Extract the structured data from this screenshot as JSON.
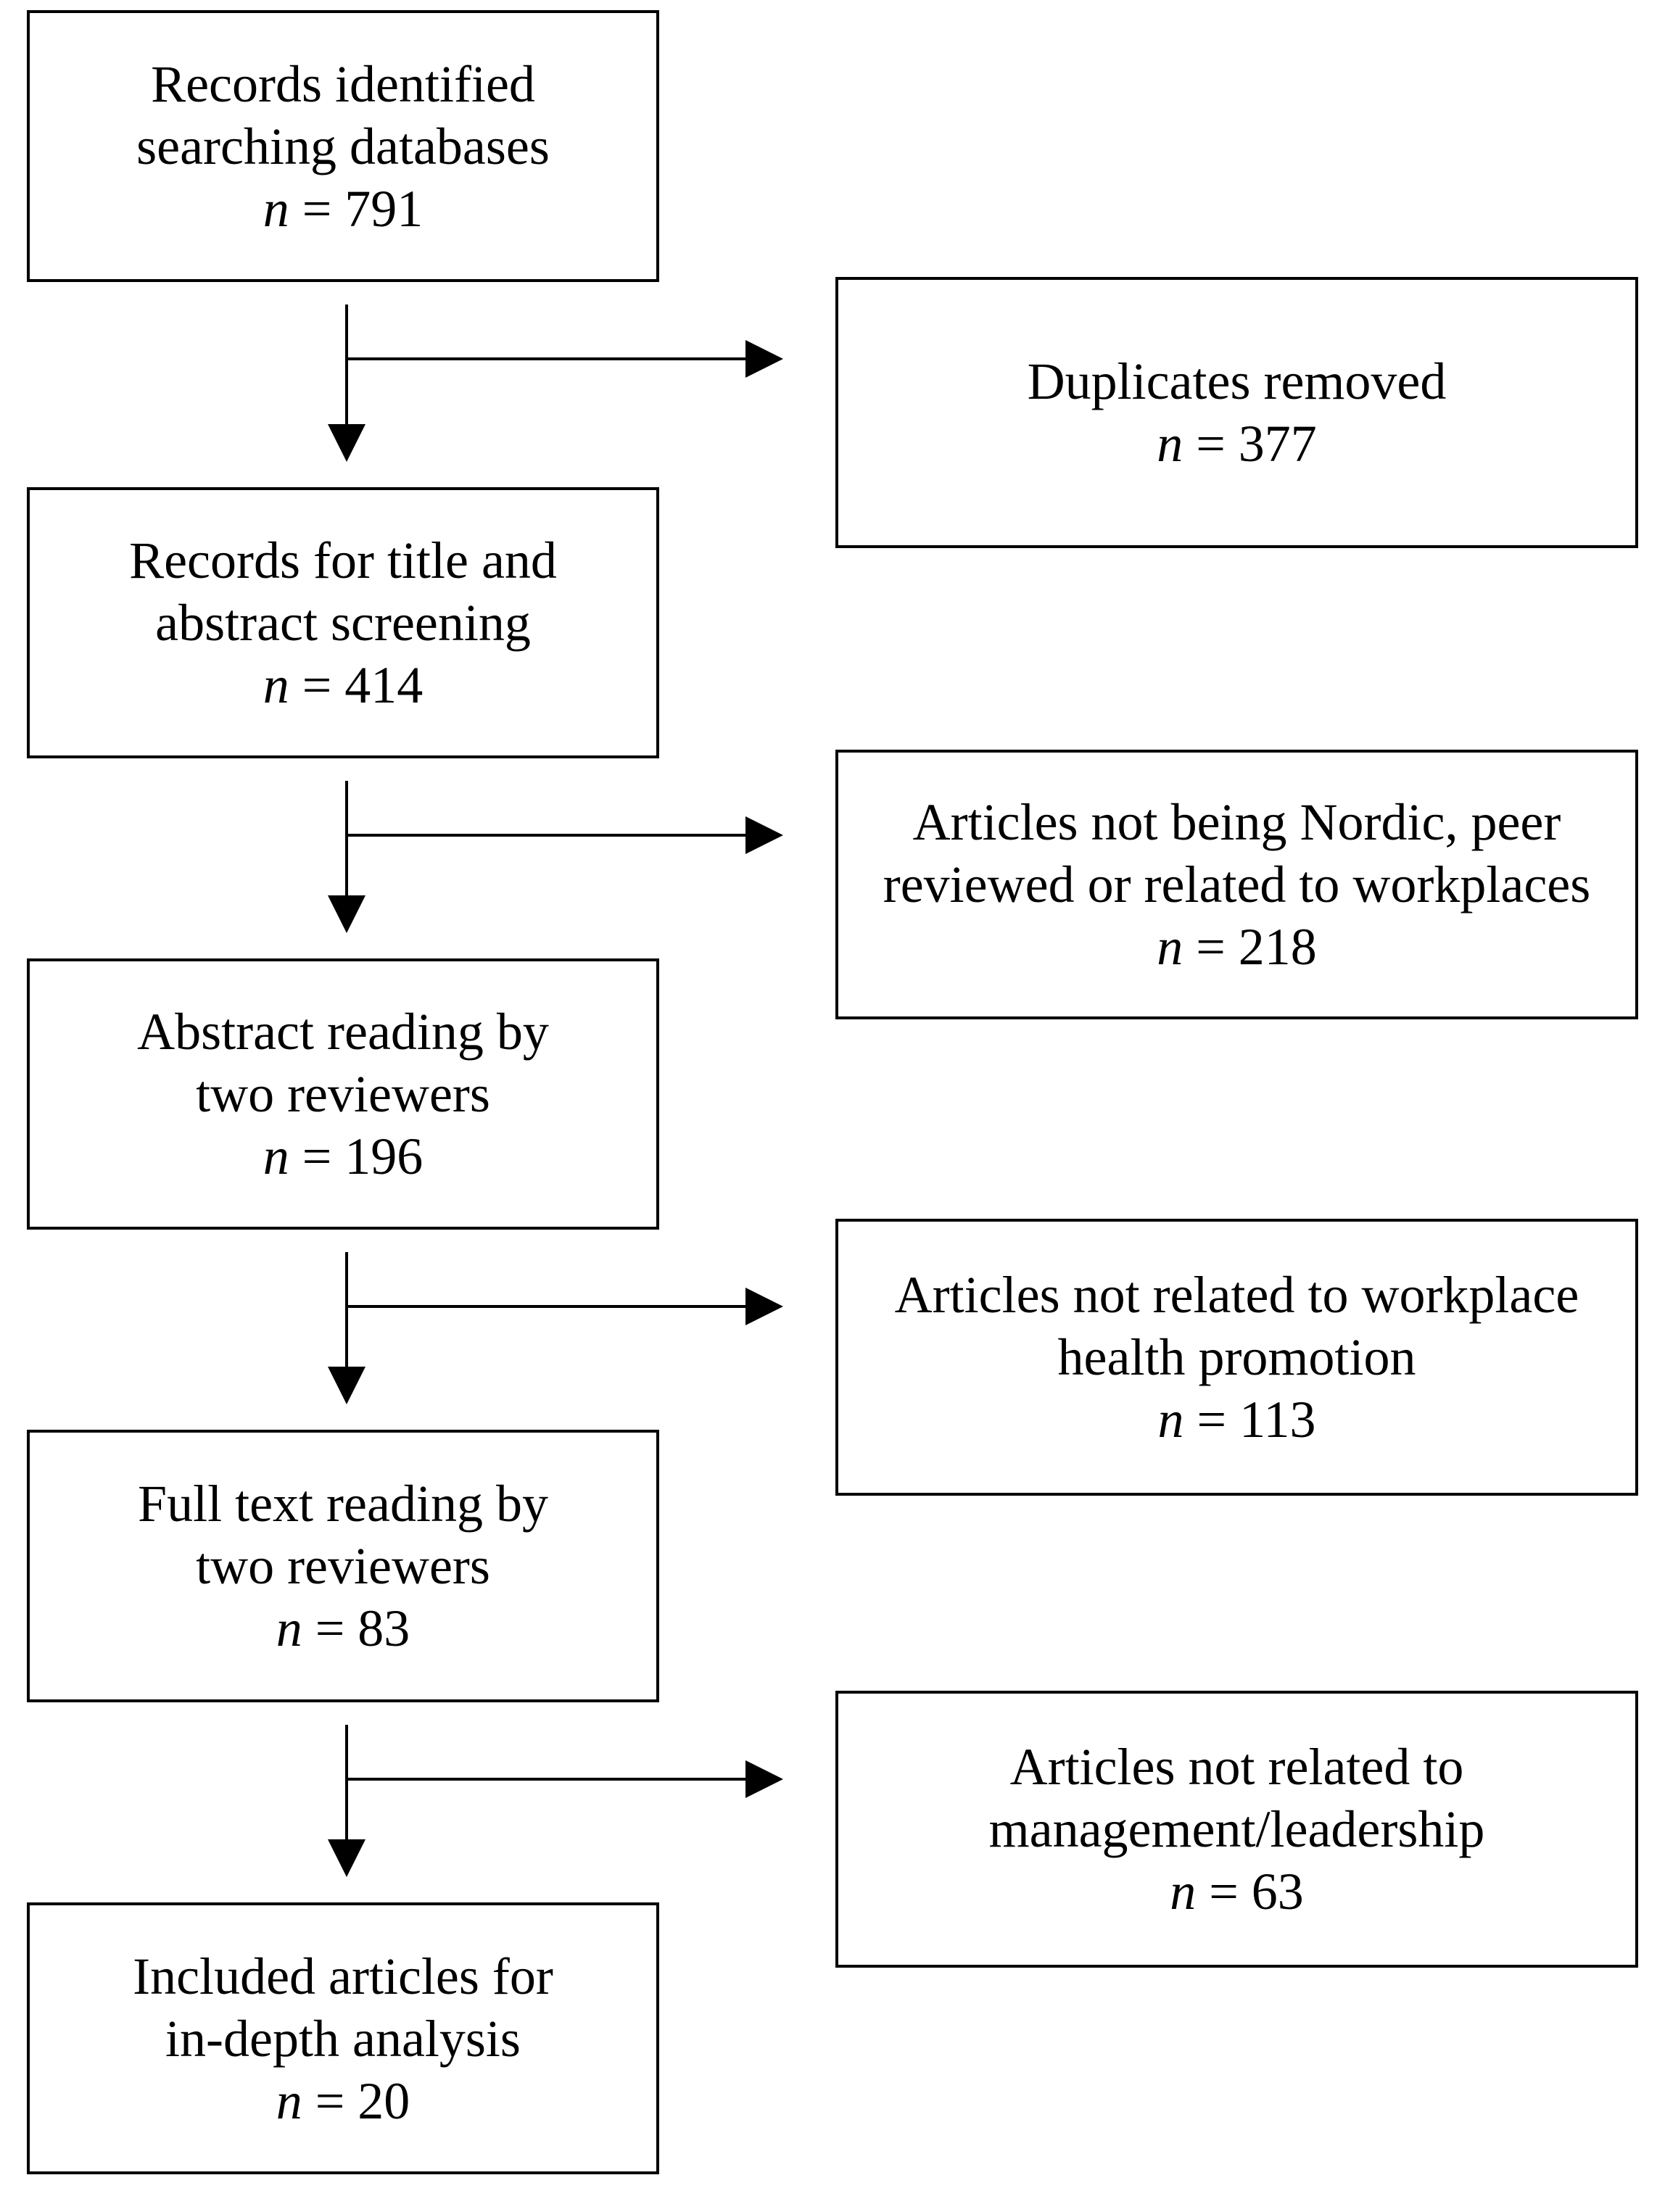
{
  "figure": {
    "type": "flow-diagram",
    "background_color": "#ffffff",
    "box_border_color": "#000000",
    "text_color": "#000000",
    "left_boxes": [
      {
        "label_lines": [
          "Records identified",
          "searching databases"
        ],
        "n_var": "n",
        "n_rest": " = 791"
      },
      {
        "label_lines": [
          "Records for title and",
          "abstract screening"
        ],
        "n_var": "n",
        "n_rest": " = 414"
      },
      {
        "label_lines": [
          "Abstract reading by",
          "two reviewers"
        ],
        "n_var": "n",
        "n_rest": " = 196"
      },
      {
        "label_lines": [
          "Full text reading by",
          "two reviewers"
        ],
        "n_var": "n",
        "n_rest": " = 83"
      },
      {
        "label_lines": [
          "Included articles for",
          "in-depth analysis"
        ],
        "n_var": "n",
        "n_rest": " = 20"
      }
    ],
    "right_boxes": [
      {
        "label_lines": [
          "Duplicates removed"
        ],
        "n_var": "n",
        "n_rest": " = 377"
      },
      {
        "label_lines": [
          "Articles not being Nordic, peer",
          "reviewed or related to workplaces"
        ],
        "n_var": "n",
        "n_rest": " = 218"
      },
      {
        "label_lines": [
          "Articles not related to workplace",
          "health promotion"
        ],
        "n_var": "n",
        "n_rest": " = 113"
      },
      {
        "label_lines": [
          "Articles not related to",
          "management/leadership"
        ],
        "n_var": "n",
        "n_rest": " = 63"
      }
    ]
  }
}
